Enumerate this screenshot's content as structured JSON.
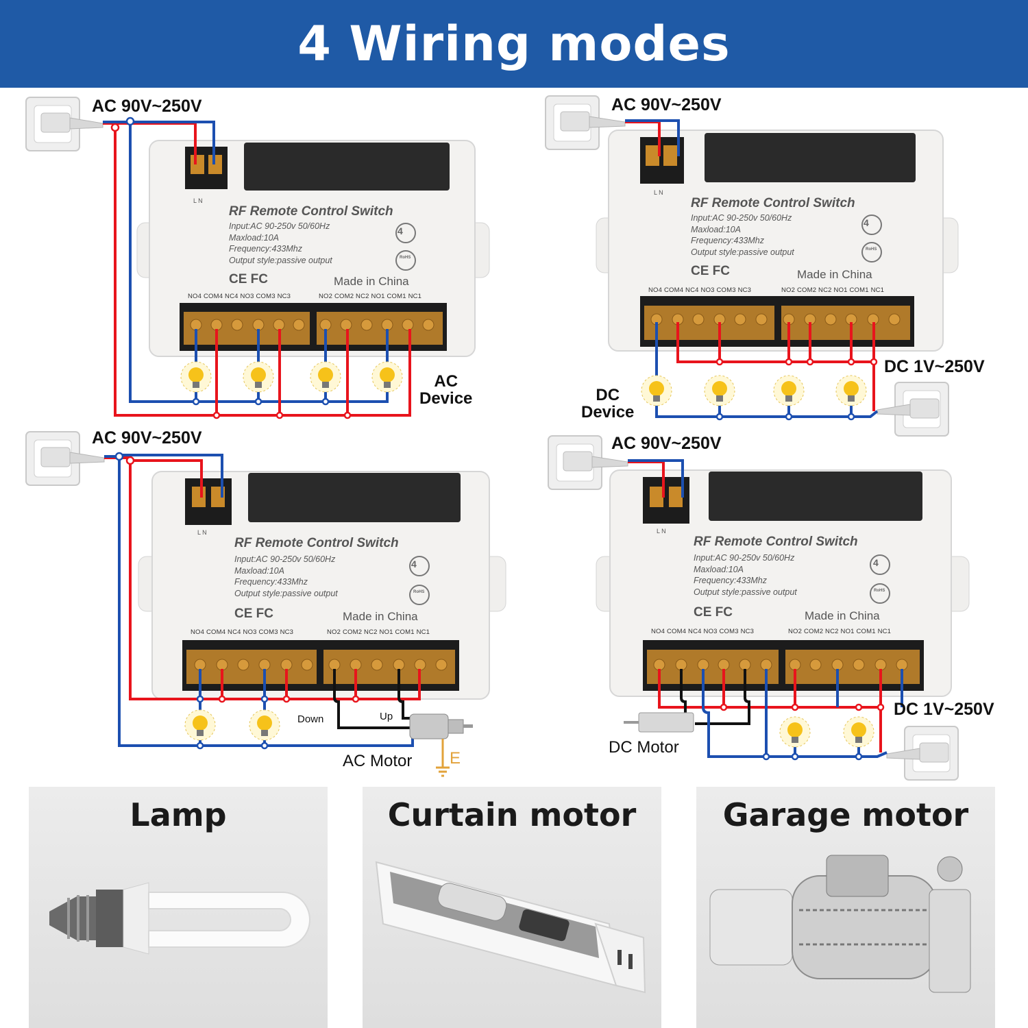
{
  "title": "4 Wiring modes",
  "device": {
    "name": "RF Remote Control Switch",
    "specs": "Input:AC 90-250v 50/60Hz\nMaxload:10A\nFrequency:433Mhz\nOutput style:passive output",
    "made_in": "Made in China",
    "cert_marks": "CE FC",
    "channels_badge": "4",
    "rohs_badge": "RoHS",
    "input_terminals": "L    N",
    "terminals_left": "NO4 COM4 NC4  NO3 COM3 NC3",
    "terminals_right": "NO2 COM2 NC2  NO1 COM1 NC1"
  },
  "modes": [
    {
      "supply": "AC 90V~250V",
      "load": "AC\nDevice"
    },
    {
      "supply": "AC 90V~250V",
      "load": "DC\nDevice",
      "dc_supply": "DC 1V~250V"
    },
    {
      "supply": "AC 90V~250V",
      "motor": "AC Motor",
      "down": "Down",
      "up": "Up",
      "earth": "E"
    },
    {
      "supply": "AC 90V~250V",
      "motor": "DC Motor",
      "dc_supply": "DC 1V~250V"
    }
  ],
  "applications": [
    "Lamp",
    "Curtain motor",
    "Garage motor"
  ],
  "colors": {
    "banner": "#1f5aa6",
    "live_wire": "#e8141c",
    "neutral_wire": "#1c4fb0",
    "motor_wire": "#111111",
    "bulb": "#f6c21a"
  }
}
